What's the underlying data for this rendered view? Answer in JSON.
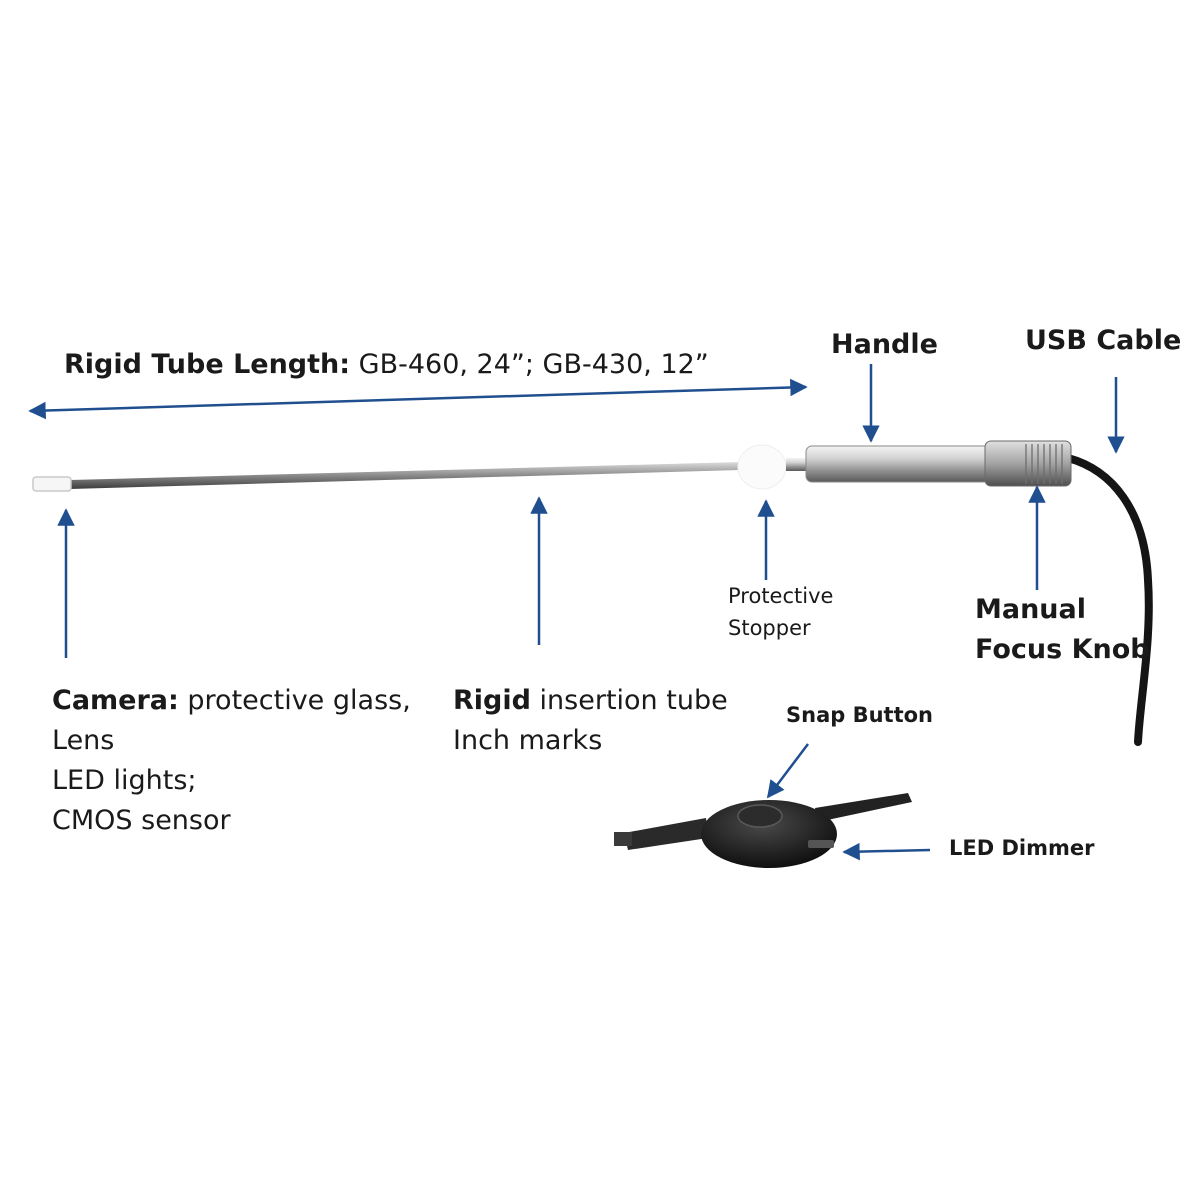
{
  "labels": {
    "tube_length": {
      "bold": "Rigid Tube Length:",
      "text": " GB-460, 24”; GB-430, 12”"
    },
    "handle": "Handle",
    "usb_cable": "USB Cable",
    "protective_stopper": [
      "Protective",
      "Stopper"
    ],
    "manual_focus_knob": [
      "Manual",
      "Focus Knob"
    ],
    "camera": {
      "bold": "Camera:",
      "line1_rest": " protective glass,",
      "line2": "Lens",
      "line3": "LED lights;",
      "line4": "CMOS sensor"
    },
    "rigid_tube": {
      "bold": "Rigid",
      "line1_rest": " insertion tube",
      "line2": "Inch marks"
    },
    "snap_button": "Snap Button",
    "led_dimmer": "LED Dimmer"
  },
  "colors": {
    "arrow": "#1f4f8f",
    "text": "#1a1a1a",
    "cable": "#151515",
    "metal": "#b8b8b8"
  }
}
